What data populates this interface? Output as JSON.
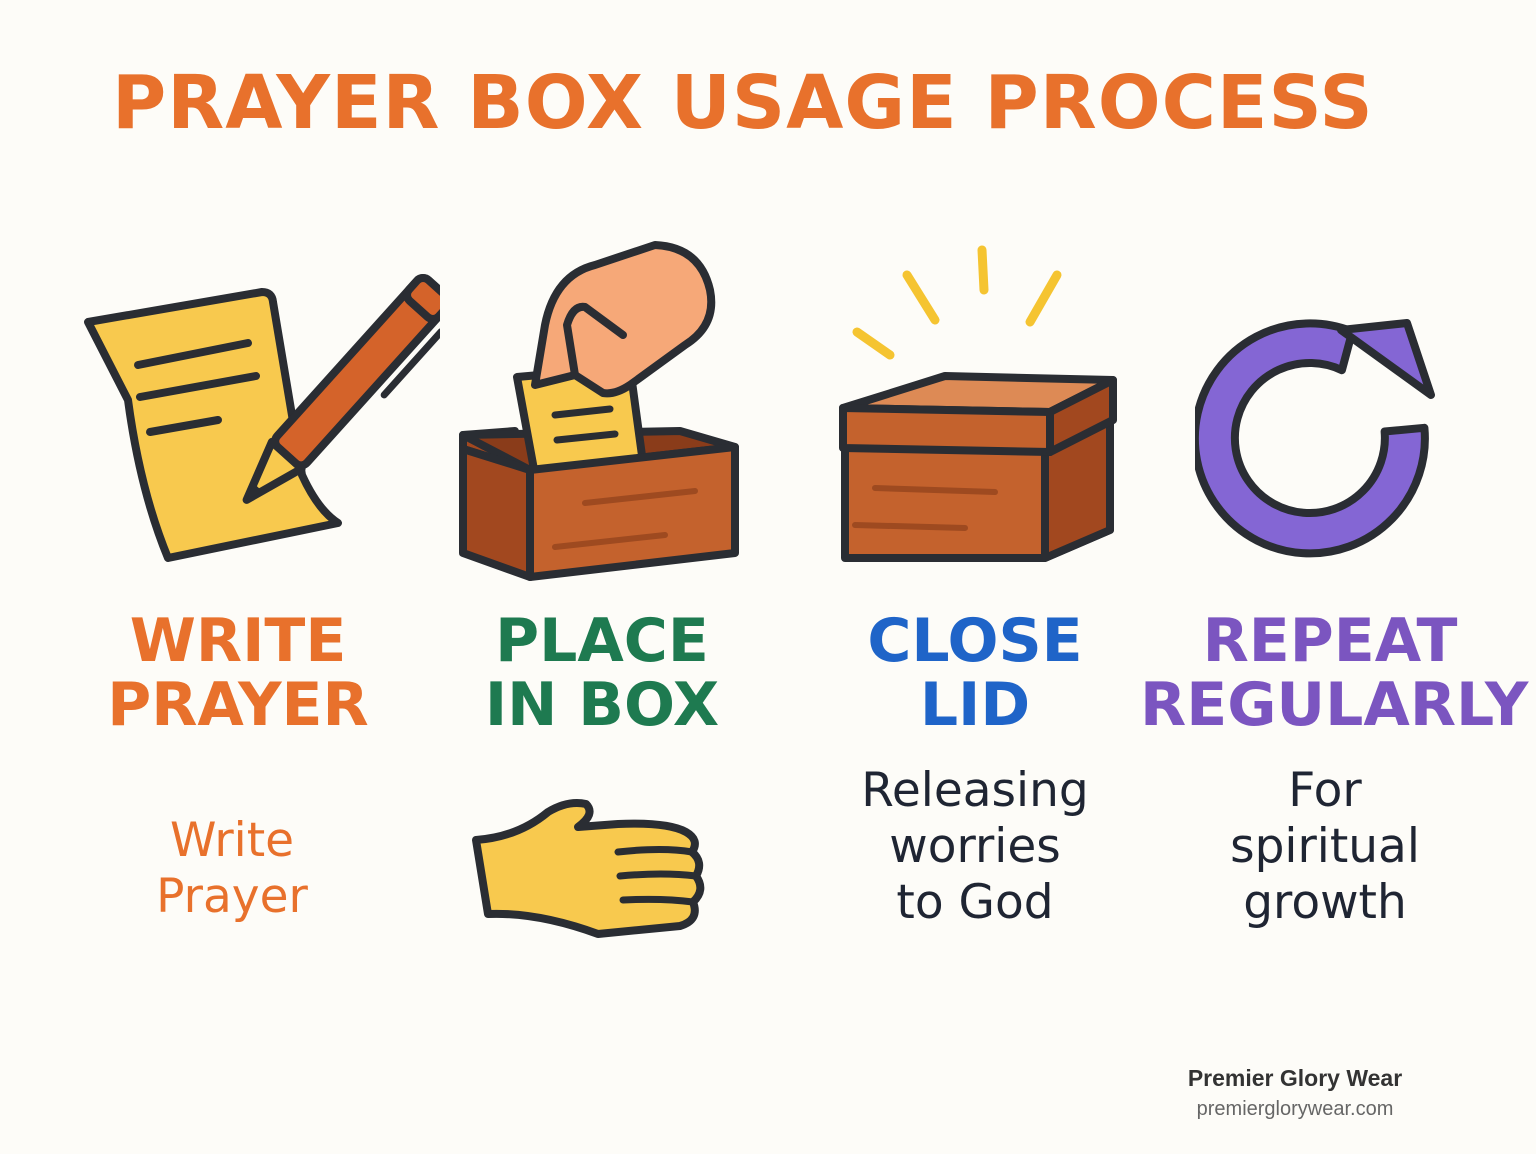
{
  "title": "PRAYER BOX USAGE PROCESS",
  "colors": {
    "title": "#e8712c",
    "write": "#e8712c",
    "place": "#1e7a50",
    "close": "#1f64c8",
    "repeat": "#7b55c0",
    "desc": "#1f2533",
    "outline": "#2a2d33",
    "paper": "#f8c94e",
    "wood": "#c4622d",
    "hand": "#f6a878"
  },
  "steps": [
    {
      "title_lines": [
        "WRITE",
        "PRAYER"
      ],
      "desc_lines": [
        "Write",
        "Prayer"
      ],
      "icon": "paper-pen-icon"
    },
    {
      "title_lines": [
        "PLACE",
        "IN BOX"
      ],
      "desc_lines": [],
      "icon": "hand-placing-paper-in-box-icon",
      "desc_icon": "open-hand-icon"
    },
    {
      "title_lines": [
        "CLOSE",
        "LID"
      ],
      "desc_lines": [
        "Releasing",
        "worries",
        "to God"
      ],
      "icon": "closed-box-icon"
    },
    {
      "title_lines": [
        "REPEAT",
        "REGULARLY"
      ],
      "desc_lines": [
        "For",
        "spiritual",
        "growth"
      ],
      "icon": "repeat-arrow-icon"
    }
  ],
  "brand": {
    "name": "Premier Glory Wear",
    "url": "premierglorywear.com"
  }
}
